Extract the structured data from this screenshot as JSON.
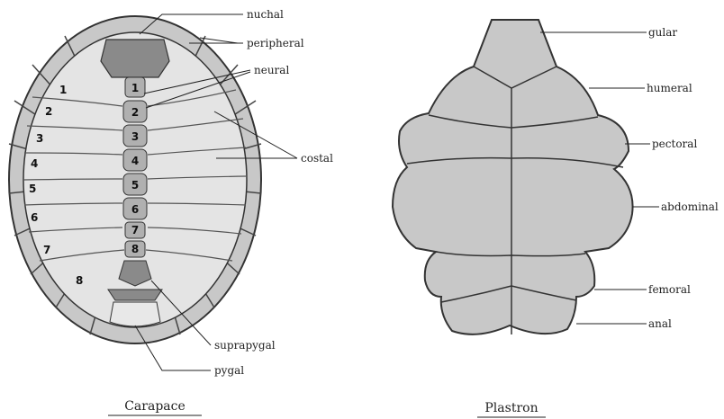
{
  "carapace": {
    "caption": "Carapace",
    "labels": {
      "nuchal": "nuchal",
      "peripheral": "peripheral",
      "neural": "neural",
      "costal": "costal",
      "suprapygal": "suprapygal",
      "pygal": "pygal"
    },
    "neural_numbers": [
      "1",
      "2",
      "3",
      "4",
      "5",
      "6",
      "7",
      "8"
    ],
    "costal_numbers": [
      "1",
      "2",
      "3",
      "4",
      "5",
      "6",
      "7",
      "8"
    ]
  },
  "plastron": {
    "caption": "Plastron",
    "labels": {
      "gular": "gular",
      "humeral": "humeral",
      "pectoral": "pectoral",
      "abdominal": "abdominal",
      "femoral": "femoral",
      "anal": "anal"
    }
  },
  "colors": {
    "shell_fill": "#e4e4e4",
    "peripheral_fill": "#c8c8c8",
    "dark_fill": "#8a8a8a",
    "neural_fill": "#b0b0b0",
    "plastron_fill": "#c8c8c8",
    "stroke": "#333333"
  }
}
